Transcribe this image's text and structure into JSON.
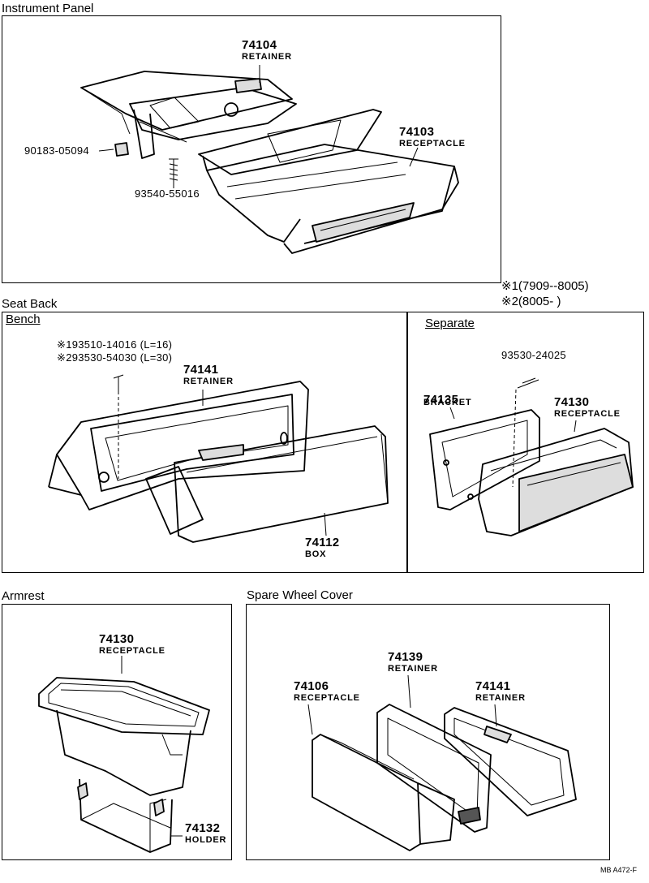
{
  "sections": {
    "instrument_panel": "Instrument Panel",
    "seat_back": "Seat Back",
    "bench": "Bench",
    "separate": "Separate",
    "armrest": "Armrest",
    "spare_wheel_cover": "Spare Wheel Cover"
  },
  "applicability": {
    "note1": "※1(7909--8005)",
    "note2": "※2(8005-        )"
  },
  "parts": {
    "p74104": {
      "number": "74104",
      "name": "RETAINER"
    },
    "p74103": {
      "number": "74103",
      "name": "RECEPTACLE"
    },
    "p9018305094": {
      "number": "90183-05094"
    },
    "p9354055016": {
      "number": "93540-55016"
    },
    "screw1": {
      "number": "※193510-14016 (L=16)"
    },
    "screw2": {
      "number": "※293530-54030 (L=30)"
    },
    "p74141a": {
      "number": "74141",
      "name": "RETAINER"
    },
    "p74112": {
      "number": "74112",
      "name": "BOX"
    },
    "p9353024025": {
      "number": "93530-24025"
    },
    "p74135": {
      "number": "74135",
      "name": "BRACKET"
    },
    "p74130a": {
      "number": "74130",
      "name": "RECEPTACLE"
    },
    "p74130b": {
      "number": "74130",
      "name": "RECEPTACLE"
    },
    "p74132": {
      "number": "74132",
      "name": "HOLDER"
    },
    "p74106": {
      "number": "74106",
      "name": "RECEPTACLE"
    },
    "p74139": {
      "number": "74139",
      "name": "RETAINER"
    },
    "p74141b": {
      "number": "74141",
      "name": "RETAINER"
    }
  },
  "footer": {
    "code": "MB  A472-F"
  }
}
